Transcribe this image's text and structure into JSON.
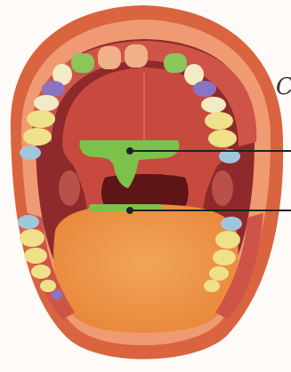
{
  "figure": {
    "subject": "open-mouth-tooth-and-tongue-anatomy",
    "cut_off_label_glyph": "C",
    "colors": {
      "background": "#fdfaf8",
      "lip": "#d9643f",
      "lip_light": "#ef9a72",
      "mouth_cavity": "#8e2a2c",
      "palate": "#c84a3f",
      "tongue": "#e9873a",
      "tongue_light": "#f1a55a",
      "gum": "#cf5448",
      "highlight_marker": "#7cc24a",
      "leader_line": "#222222"
    },
    "tooth_colors": {
      "incisors": "#f0b089",
      "lateral_incisors": "#8cc65a",
      "canines": "#f2ecc6",
      "premolars": "#8a74c2",
      "molars": "#efe08a",
      "third_molars": "#9fc7dc"
    },
    "markers": [
      {
        "name": "soft-palate-uvula-marker",
        "color": "#7cc24a"
      },
      {
        "name": "tongue-back-marker",
        "color": "#7cc24a"
      }
    ]
  }
}
